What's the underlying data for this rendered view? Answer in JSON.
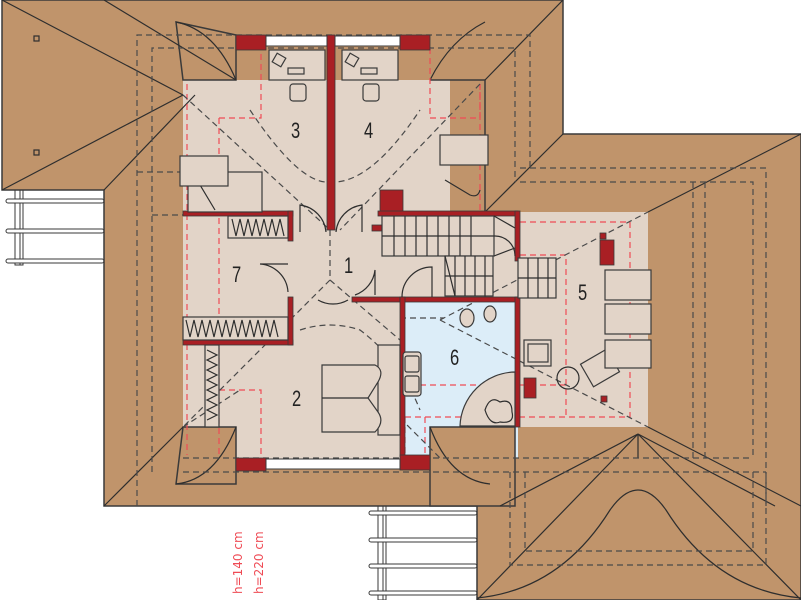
{
  "plan": {
    "type": "attic floor plan",
    "colors": {
      "roof": "#c0946b",
      "floor": "#e2d4c8",
      "bathroom_floor": "#dcedf8",
      "walls": "#a91f24",
      "height_lines": "#ef4b55",
      "lines": "#2e2e2e"
    },
    "rooms": [
      {
        "id": "1",
        "label": "1"
      },
      {
        "id": "2",
        "label": "2"
      },
      {
        "id": "3",
        "label": "3"
      },
      {
        "id": "4",
        "label": "4"
      },
      {
        "id": "5",
        "label": "5"
      },
      {
        "id": "6",
        "label": "6"
      },
      {
        "id": "7",
        "label": "7"
      }
    ],
    "legend": {
      "height_140": "h=140 cm",
      "height_220": "h=220 cm"
    }
  }
}
